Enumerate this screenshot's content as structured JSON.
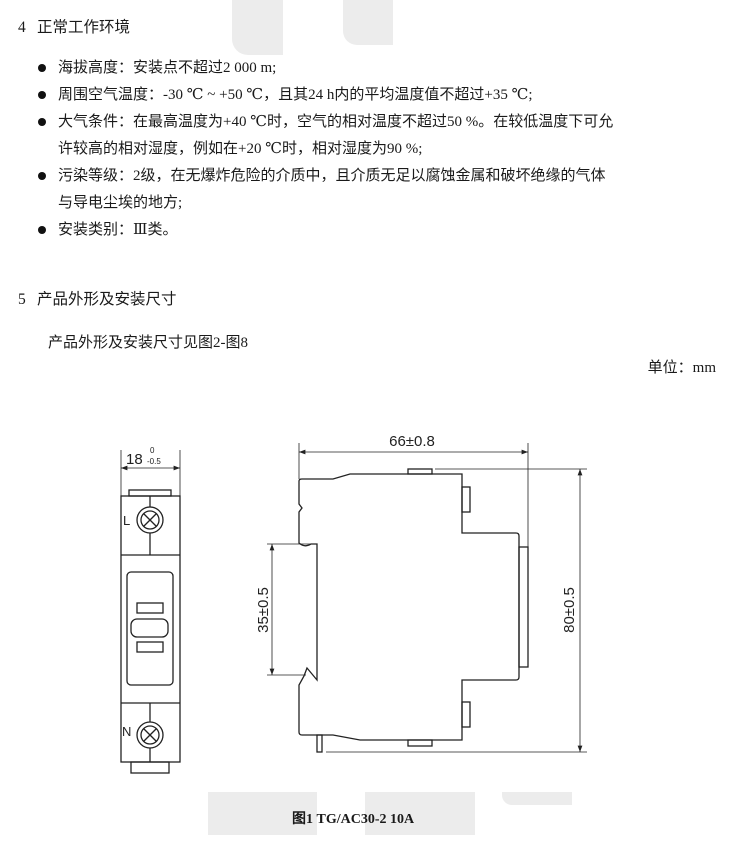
{
  "section4": {
    "number": "4",
    "title": "正常工作环境",
    "bullets": [
      [
        "海拔高度：安装点不超过2 000 m;"
      ],
      [
        "周围空气温度：-30 ℃ ~ +50 ℃，且其24 h内的平均温度值不超过+35 ℃;"
      ],
      [
        "大气条件：在最高温度为+40 ℃时，空气的相对温度不超过50 %。在较低温度下可允",
        "许较高的相对湿度，例如在+20 ℃时，相对湿度为90 %;"
      ],
      [
        "污染等级：2级，在无爆炸危险的介质中，且介质无足以腐蚀金属和破坏绝缘的气体",
        "与导电尘埃的地方;"
      ],
      [
        "安装类别：Ⅲ类。"
      ]
    ]
  },
  "section5": {
    "number": "5",
    "title": "产品外形及安装尺寸",
    "body": "产品外形及安装尺寸见图2-图8",
    "unit": "单位：mm"
  },
  "drawing": {
    "width_front": "18",
    "tol_upper": "0",
    "tol_lower": "-0.5",
    "label_L": "L",
    "label_N": "N",
    "depth": "66±0.8",
    "rail": "35±0.5",
    "height": "80±0.5"
  },
  "caption": "图1   TG/AC30-2 10A"
}
